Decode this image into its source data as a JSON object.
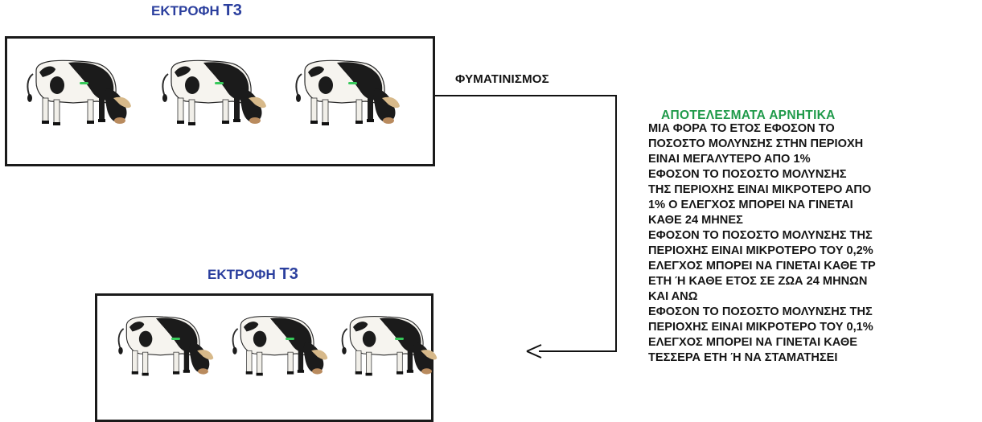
{
  "herds": {
    "top_label": "ΕΚΤΡΟΦΗ",
    "top_code": "Τ3",
    "bottom_label": "ΕΚΤΡΟΦΗ",
    "bottom_code": "Τ3"
  },
  "process": {
    "label": "ΦΥΜΑΤΙΝΙΣΜΟΣ"
  },
  "results": {
    "title": "ΑΠΟΤΕΛΕΣΜΑΤΑ  ΑΡΝΗΤΙΚΑ",
    "lines": [
      "ΜΙΑ ΦΟΡΑ ΤΟ ΕΤΟΣ  ΕΦΟΣΟΝ ΤΟ",
      "ΠΟΣΟΣΤΟ ΜΟΛΥΝΣΗΣ ΣΤΗΝ ΠΕΡΙΟΧΗ",
      "ΕΙΝΑΙ ΜΕΓΑΛΥΤΕΡΟ ΑΠΟ  1%",
      "ΕΦΟΣΟΝ ΤΟ ΠΟΣΟΣΤΟ ΜΟΛΥΝΣΗΣ",
      "ΤΗΣ ΠΕΡΙΟΧΗΣ ΕΙΝΑΙ ΜΙΚΡΟΤΕΡΟ ΑΠΟ",
      " 1% Ο ΕΛΕΓΧΟΣ ΜΠΟΡΕΙ ΝΑ ΓΙΝΕΤΑΙ",
      "ΚΑΘΕ 24 ΜΗΝΕΣ",
      "ΕΦΟΣΟΝ ΤΟ ΠΟΣΟΣΤΟ ΜΟΛΥΝΣΗΣ ΤΗΣ",
      "ΠΕΡΙΟΧΗΣ ΕΙΝΑΙ ΜΙΚΡΟΤΕΡΟ ΤΟΥ 0,2%",
      "ΕΛΕΓΧΟΣ ΜΠΟΡΕΙ ΝΑ ΓΙΝΕΤΑΙ ΚΑΘΕ ΤΡ",
      "ΕΤΗ Ή ΚΑΘΕ ΕΤΟΣ ΣΕ ΖΩΑ 24 ΜΗΝΩΝ",
      "ΚΑΙ ΑΝΩ",
      "ΕΦΟΣΟΝ ΤΟ ΠΟΣΟΣΤΟ ΜΟΛΥΝΣΗΣ ΤΗΣ",
      "ΠΕΡΙΟΧΗΣ ΕΙΝΑΙ ΜΙΚΡΟΤΕΡΟ ΤΟΥ 0,1%",
      "ΕΛΕΓΧΟΣ ΜΠΟΡΕΙ ΝΑ ΓΙΝΕΤΑΙ ΚΑΘΕ",
      "ΤΕΣΣΕΡΑ ΕΤΗ Ή ΝΑ ΣΤΑΜΑΤΗΣΕΙ"
    ]
  },
  "colors": {
    "heading": "#2b3f9e",
    "result_title": "#1f9a4a",
    "ear_tag": "#37c95b"
  }
}
